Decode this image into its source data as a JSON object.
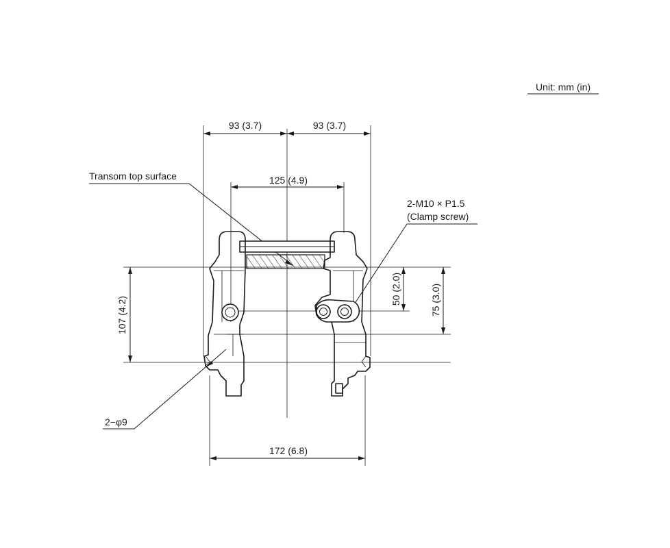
{
  "unit_label": "Unit: mm (in)",
  "dimensions": {
    "top_left_width": "93 (3.7)",
    "top_right_width": "93 (3.7)",
    "clamp_spacing": "125 (4.9)",
    "bottom_width": "172 (6.8)",
    "left_height": "107 (4.2)",
    "right_height_short": "50 (2.0)",
    "right_height_long": "75 (3.0)"
  },
  "callouts": {
    "transom": "Transom top surface",
    "clamp_screw_line1": "2-M10 × P1.5",
    "clamp_screw_line2": "(Clamp screw)",
    "hole": "2−φ9"
  }
}
